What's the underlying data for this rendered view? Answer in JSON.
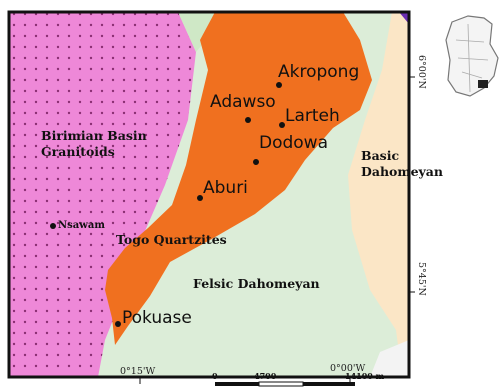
{
  "colors": {
    "granitoid_fill": "#ee88d8",
    "granitoid_dot": "#8b2f73",
    "quartzite_fill": "#f0701f",
    "felsic_fill": "#dcedd8",
    "basic_fill": "#fbe6c6",
    "frame": "#111111",
    "inset_fill": "#f2f2f2"
  },
  "towns": [
    {
      "name": "Akropong"
    },
    {
      "name": "Adawso"
    },
    {
      "name": "Larteh"
    },
    {
      "name": "Dodowa"
    },
    {
      "name": "Aburi"
    },
    {
      "name": "Nsawam"
    },
    {
      "name": "Pokuase"
    }
  ],
  "units": {
    "granitoids_line1": "Birimian Basin",
    "granitoids_line2": "Granitoids",
    "basic_line1": "Basic",
    "basic_line2": "Dahomeyan",
    "quartzites": "Togo Quartzites",
    "felsic": "Felsic Dahomeyan"
  },
  "coordinates": {
    "lat_top": "6°00'N",
    "lat_bottom": "5°45'N",
    "lon_left": "0°15'W",
    "lon_right": "0°00'W"
  },
  "scale_bar": {
    "zero": "0",
    "mid": "4700",
    "end": "14100 m"
  }
}
